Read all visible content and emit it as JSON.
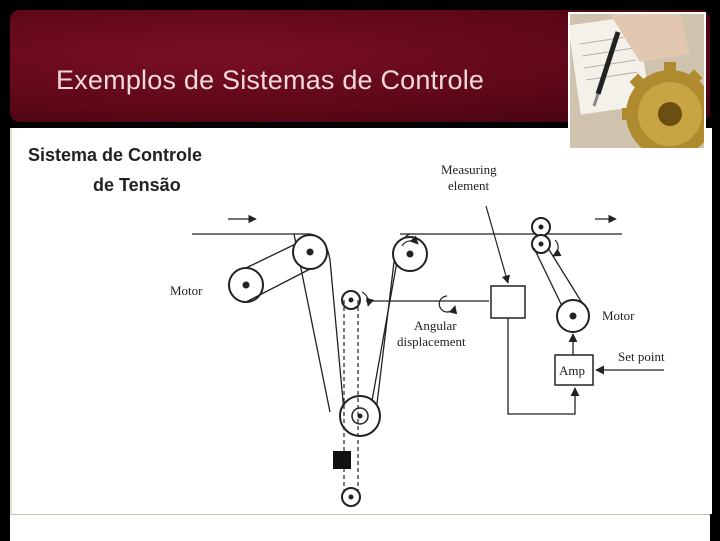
{
  "slide": {
    "title": "Exemplos de Sistemas de Controle",
    "subtitle_line1": "Sistema de Controle",
    "subtitle_line2": "de Tensão"
  },
  "diagram": {
    "labels": {
      "measuring": "Measuring",
      "element": "element",
      "motor_left": "Motor",
      "motor_right": "Motor",
      "angular": "Angular",
      "displacement": "displacement",
      "set_point": "Set point",
      "amp": "Amp"
    }
  },
  "colors": {
    "banner": "#5c0717",
    "title_text": "#f3d9dc",
    "background": "#ffffff"
  }
}
